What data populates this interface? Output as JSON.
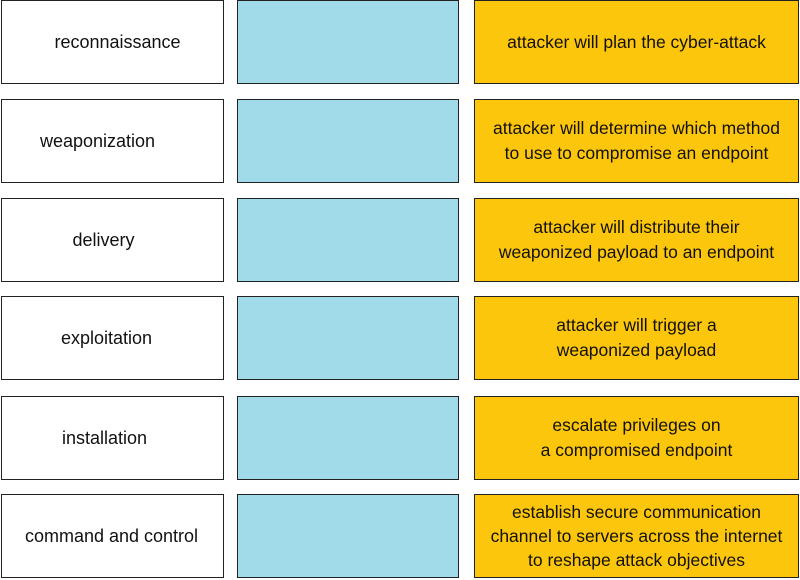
{
  "stages": [
    {
      "term": "reconnaissance",
      "description": "attacker will plan the cyber-attack"
    },
    {
      "term": "weaponization",
      "description": "attacker will determine which method\nto use to compromise an endpoint"
    },
    {
      "term": "delivery",
      "description": "attacker will distribute their\nweaponized payload to an endpoint"
    },
    {
      "term": "exploitation",
      "description": "attacker will trigger a\nweaponized payload"
    },
    {
      "term": "installation",
      "description": "escalate privileges on\na compromised endpoint"
    },
    {
      "term": "command and control",
      "description": "establish secure communication\nchannel to servers across the internet\nto reshape attack objectives"
    }
  ],
  "colors": {
    "drop_target": "#a1dbea",
    "answer_card": "#fcc60c",
    "term_card": "#ffffff",
    "border": "#222222"
  }
}
